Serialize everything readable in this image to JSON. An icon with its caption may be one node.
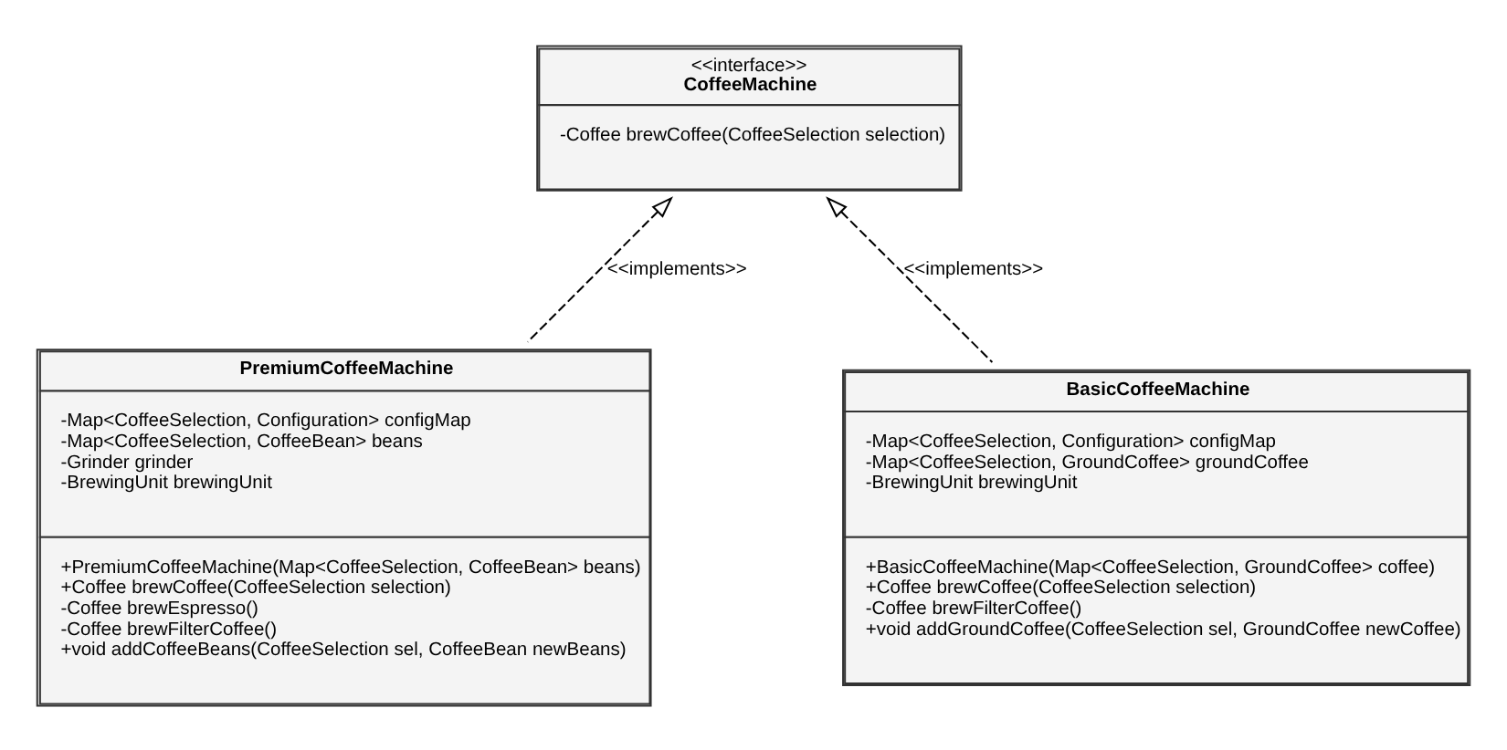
{
  "diagram": {
    "nodes": [
      {
        "text": [
          "<<interface>>",
          "CoffeeMachine",
          "-Coffee brewCoffee(CoffeeSelection selection)"
        ]
      },
      {
        "text": [
          "PremiumCoffeeMachine",
          "-Map<CoffeeSelection, Configuration> configMap",
          "-Map<CoffeeSelection, CoffeeBean> beans",
          "-Grinder grinder",
          "-BrewingUnit brewingUnit",
          "+PremiumCoffeeMachine(Map<CoffeeSelection, CoffeeBean> beans)",
          "+Coffee brewCoffee(CoffeeSelection selection)",
          "-Coffee brewEspresso()",
          "-Coffee brewFilterCoffee()",
          "+void addCoffeeBeans(CoffeeSelection sel, CoffeeBean newBeans)"
        ]
      },
      {
        "text": [
          "BasicCoffeeMachine",
          "-Map<CoffeeSelection, Configuration> configMap",
          "-Map<CoffeeSelection, GroundCoffee> groundCoffee",
          "-BrewingUnit brewingUnit",
          "+BasicCoffeeMachine(Map<CoffeeSelection, GroundCoffee> coffee)",
          "+Coffee brewCoffee(CoffeeSelection selection)",
          "-Coffee brewFilterCoffee()",
          "+void addGroundCoffee(CoffeeSelection sel, GroundCoffee newCoffee)"
        ]
      }
    ],
    "edges": [
      {
        "from": 1,
        "to": 0,
        "arrow": "to",
        "label": "<<implements>>",
        "style": "dashed"
      },
      {
        "from": 2,
        "to": 0,
        "arrow": "to",
        "label": "<<implements>>",
        "style": "dashed"
      }
    ]
  }
}
